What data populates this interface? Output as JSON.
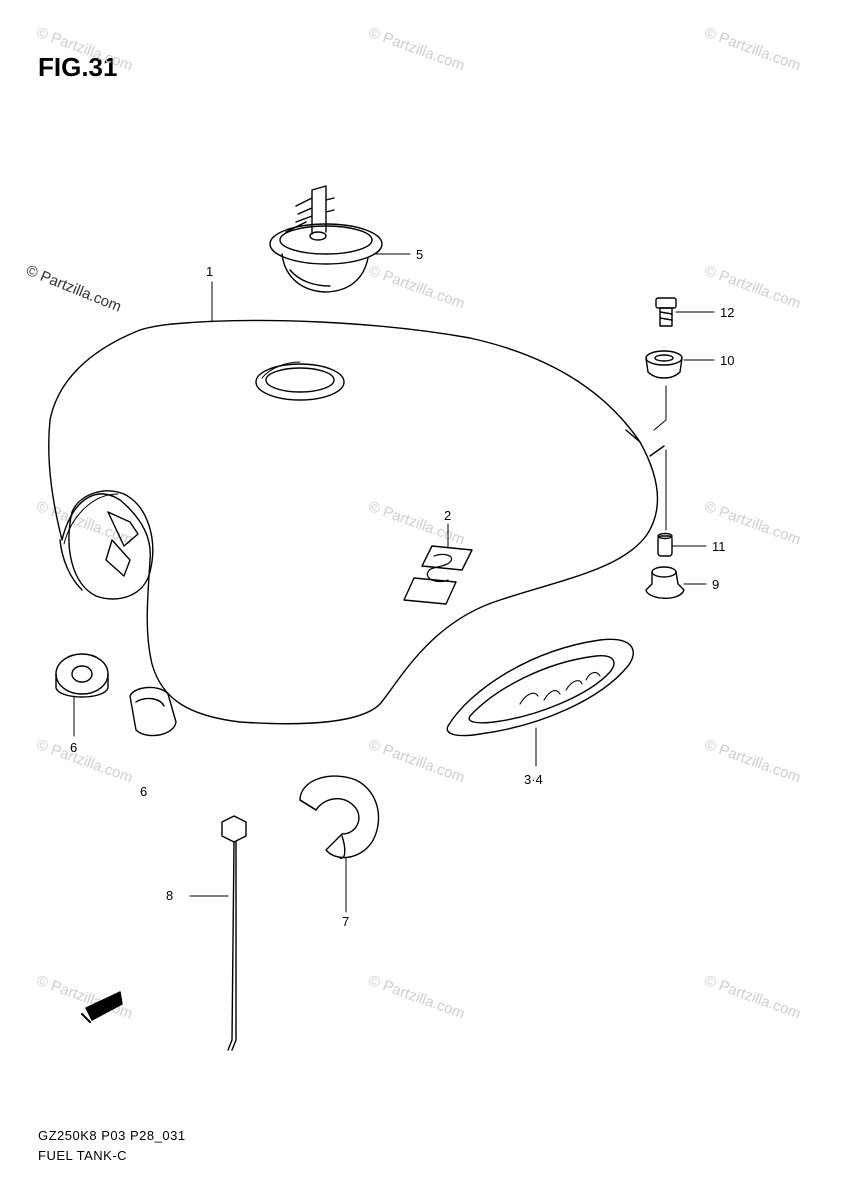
{
  "figure": {
    "title": "FIG.31",
    "code": "GZ250K8 P03 P28_031",
    "caption": "FUEL TANK-C"
  },
  "watermarks": {
    "main": "© Partzilla.com",
    "repeat": "© Partzilla.com"
  },
  "callouts": {
    "c1": "1",
    "c2": "2",
    "c34": "3·4",
    "c5": "5",
    "c6a": "6",
    "c6b": "6",
    "c7": "7",
    "c8": "8",
    "c9": "9",
    "c10": "10",
    "c11": "11",
    "c12": "12"
  }
}
